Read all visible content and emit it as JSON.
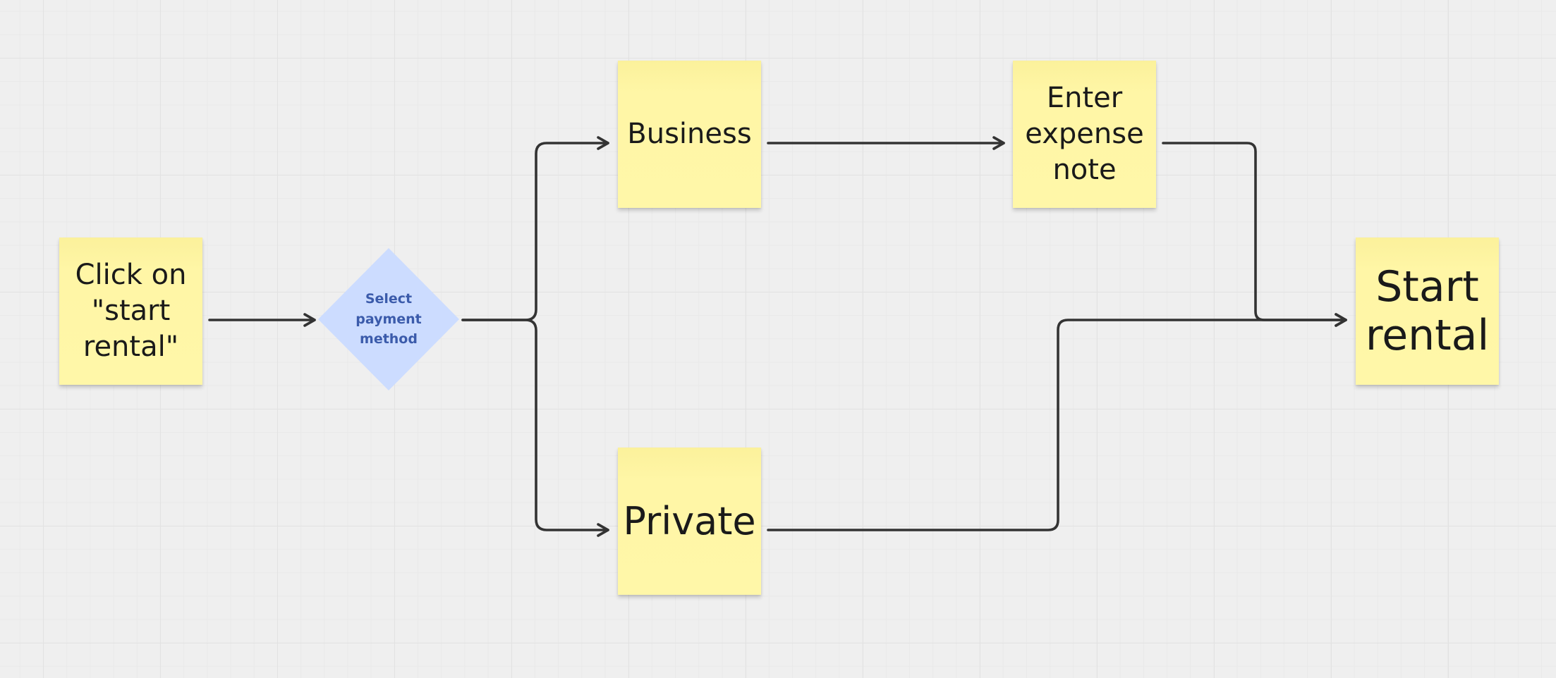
{
  "board": {
    "colors": {
      "background": "#efefef",
      "sticky": "#fff6a6",
      "decision_fill": "#ccdcff",
      "decision_text": "#3b5bab",
      "connector": "#333333"
    },
    "nodes": {
      "start_click": {
        "label": "Click on \"start rental\""
      },
      "decision": {
        "label": "Select\npayment\nmethod"
      },
      "business": {
        "label": "Business"
      },
      "private": {
        "label": "Private"
      },
      "expense_note": {
        "label": "Enter expense note"
      },
      "start_rental": {
        "label": "Start rental"
      }
    },
    "connectors": [
      {
        "from": "start_click",
        "to": "decision"
      },
      {
        "from": "decision",
        "to": "business"
      },
      {
        "from": "decision",
        "to": "private"
      },
      {
        "from": "business",
        "to": "expense_note"
      },
      {
        "from": "expense_note",
        "to": "start_rental"
      },
      {
        "from": "private",
        "to": "start_rental"
      }
    ]
  }
}
